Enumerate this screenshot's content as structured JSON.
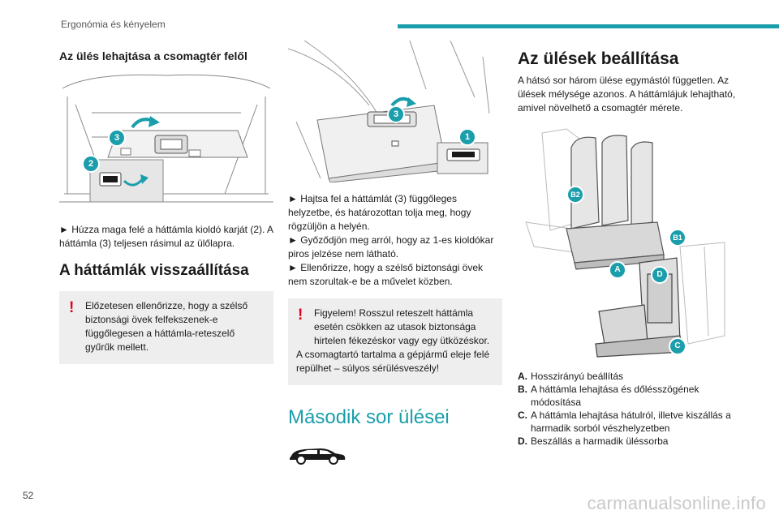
{
  "header": {
    "title": "Ergonómia és kényelem"
  },
  "page_number": "52",
  "watermark": "carmanualsonline.info",
  "col1": {
    "heading": "Az ülés lehajtása a csomagtér felől",
    "callouts": [
      "3",
      "2"
    ],
    "step": "► Húzza maga felé a háttámla kioldó karját (2). A háttámla (3) teljesen rásimul az ülőlapra.",
    "section_title": "A háttámlák visszaállítása",
    "warning": "Előzetesen ellenőrizze, hogy a szélső biztonsági övek felfekszenek-e függőlegesen a háttámla-reteszelő gyűrűk mellett."
  },
  "col2": {
    "callouts": [
      "3",
      "1"
    ],
    "steps": [
      "► Hajtsa fel a háttámlát (3) függőleges helyzetbe, és határozottan tolja meg, hogy rögzüljön a helyén.",
      "► Győződjön meg arról, hogy az 1-es kioldókar piros jelzése nem látható.",
      "► Ellenőrizze, hogy a szélső biztonsági övek nem szorultak-e be a művelet közben."
    ],
    "warning": [
      "Figyelem! Rosszul reteszelt háttámla esetén csökken az utasok biztonsága hirtelen fékezéskor vagy egy ütközéskor.",
      "A csomagtartó tartalma a gépjármű eleje felé repülhet – súlyos sérülésveszély!"
    ],
    "chapter_title": "Második sor ülései"
  },
  "col3": {
    "title": "Az ülések beállítása",
    "intro": "A hátsó sor három ülése egymástól független. Az ülések mélysége azonos. A háttámlájuk lehajtható, amivel növelhető a csomagtér mérete.",
    "callouts": [
      "B2",
      "B1",
      "A",
      "D",
      "C"
    ],
    "legend": [
      {
        "letter": "A.",
        "text": "Hosszirányú beállítás"
      },
      {
        "letter": "B.",
        "text": "A háttámla lehajtása és dőlésszögének módosítása"
      },
      {
        "letter": "C.",
        "text": "A háttámla lehajtása hátulról, illetve kiszállás a harmadik sorból vészhelyzetben"
      },
      {
        "letter": "D.",
        "text": "Beszállás a harmadik üléssorba"
      }
    ]
  },
  "colors": {
    "accent": "#1a9eab",
    "warning": "#e3001b",
    "callout": "#1a9eab"
  },
  "icons": {
    "warning": "exclamation-icon",
    "car": "car-side-icon"
  }
}
